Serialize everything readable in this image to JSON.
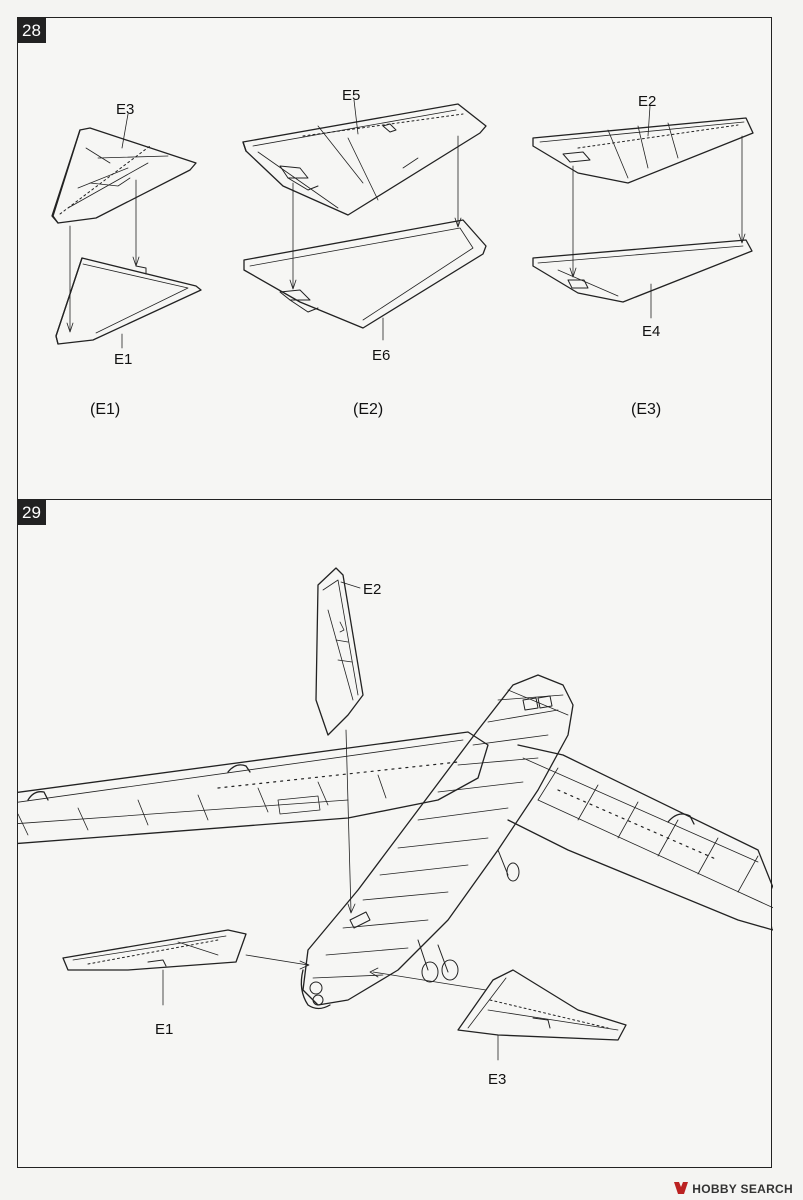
{
  "steps": [
    {
      "number": "28",
      "labels": {
        "e3": "E3",
        "e1": "E1",
        "e5": "E5",
        "e6": "E6",
        "e2": "E2",
        "e4": "E4"
      },
      "captions": [
        "(E1)",
        "(E2)",
        "(E3)"
      ]
    },
    {
      "number": "29",
      "labels": {
        "e2": "E2",
        "e1": "E1",
        "e3": "E3"
      }
    }
  ],
  "watermark": "HOBBY SEARCH",
  "colors": {
    "line": "#222222",
    "panel_bg": "#f6f6f4",
    "badge_bg": "#222222"
  }
}
